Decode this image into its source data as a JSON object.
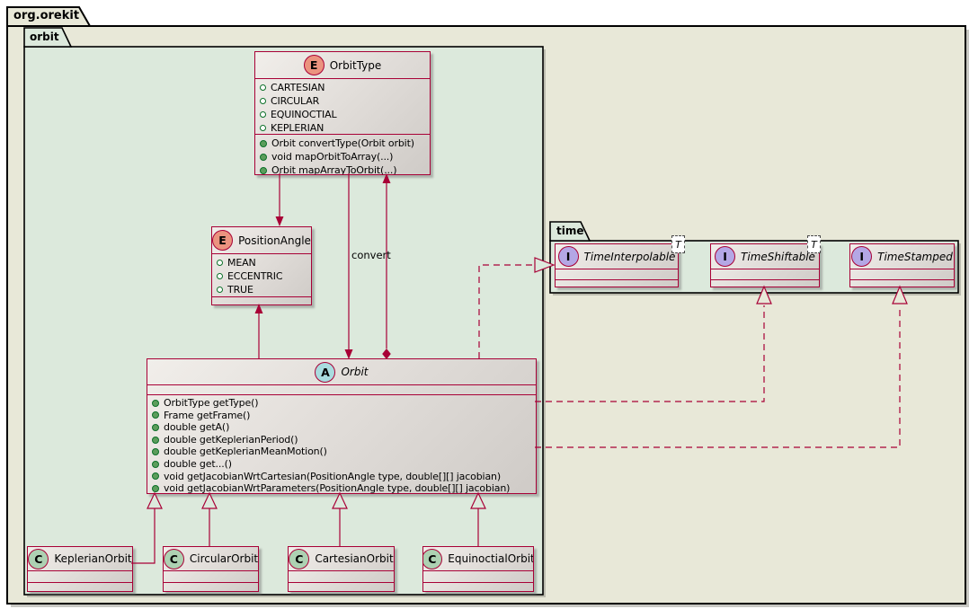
{
  "diagram": {
    "root_package": "org.orekit",
    "orbit_package": "orbit",
    "time_package": "time",
    "convert_label": "convert"
  },
  "classes": {
    "orbit_type": {
      "kind": "enum",
      "letter": "E",
      "name": "OrbitType",
      "fields": [
        "CARTESIAN",
        "CIRCULAR",
        "EQUINOCTIAL",
        "KEPLERIAN"
      ],
      "methods": [
        "Orbit convertType(Orbit orbit)",
        "void mapOrbitToArray(...)",
        "Orbit mapArrayToOrbit(...)"
      ]
    },
    "position_angle": {
      "kind": "enum",
      "letter": "E",
      "name": "PositionAngle",
      "fields": [
        "MEAN",
        "ECCENTRIC",
        "TRUE"
      ]
    },
    "orbit": {
      "kind": "abstract",
      "letter": "A",
      "name": "Orbit",
      "methods": [
        "OrbitType getType()",
        "Frame getFrame()",
        "double getA()",
        "double getKeplerianPeriod()",
        "double getKeplerianMeanMotion()",
        "double get...()",
        "void getJacobianWrtCartesian(PositionAngle type, double[][] jacobian)",
        "void getJacobianWrtParameters(PositionAngle type, double[][] jacobian)"
      ]
    },
    "keplerian_orbit": {
      "kind": "class",
      "letter": "C",
      "name": "KeplerianOrbit"
    },
    "circular_orbit": {
      "kind": "class",
      "letter": "C",
      "name": "CircularOrbit"
    },
    "cartesian_orbit": {
      "kind": "class",
      "letter": "C",
      "name": "CartesianOrbit"
    },
    "equinoctial_orbit": {
      "kind": "class",
      "letter": "C",
      "name": "EquinoctialOrbit"
    },
    "time_interpolable": {
      "kind": "interface",
      "letter": "I",
      "name": "TimeInterpolable",
      "generic": "T"
    },
    "time_shiftable": {
      "kind": "interface",
      "letter": "I",
      "name": "TimeShiftable",
      "generic": "T"
    },
    "time_stamped": {
      "kind": "interface",
      "letter": "I",
      "name": "TimeStamped"
    }
  },
  "colors": {
    "relation_border": "#A80036",
    "frame_border": "#000000",
    "root_package_bg": "#E8E8D8",
    "sub_package_bg": "#DCE9DC",
    "box_gradient_light": "#F1EEEA",
    "box_gradient_dark": "#CFCBC7",
    "enum_circle": "#EB937F",
    "abstract_circle": "#A9DCDF",
    "class_circle": "#ADD1B2",
    "interface_circle": "#B4A7E5",
    "member_public_dot": "#5C9D5C",
    "member_dot_border": "#0B7028"
  }
}
